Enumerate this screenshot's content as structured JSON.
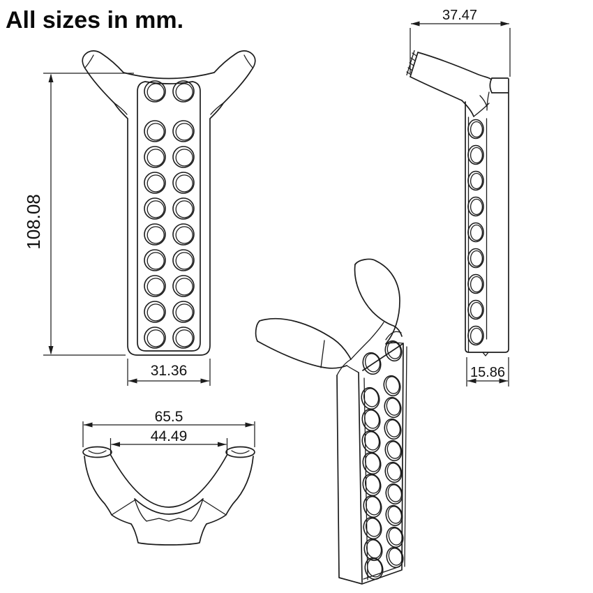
{
  "title": "All sizes in mm.",
  "dimensions": {
    "front_height": "108.08",
    "front_width": "31.36",
    "side_width": "37.47",
    "side_thickness": "15.86",
    "top_outer_width": "65.5",
    "top_inner_width": "44.49"
  },
  "views": {
    "front": {
      "hole_columns": 2,
      "hole_rows": 10,
      "hole_count": 20
    },
    "side": {
      "hole_count": 9
    },
    "top": {},
    "isometric": {
      "hole_count": 20
    }
  },
  "colors": {
    "line": "#1c1c1c",
    "background": "#ffffff"
  }
}
